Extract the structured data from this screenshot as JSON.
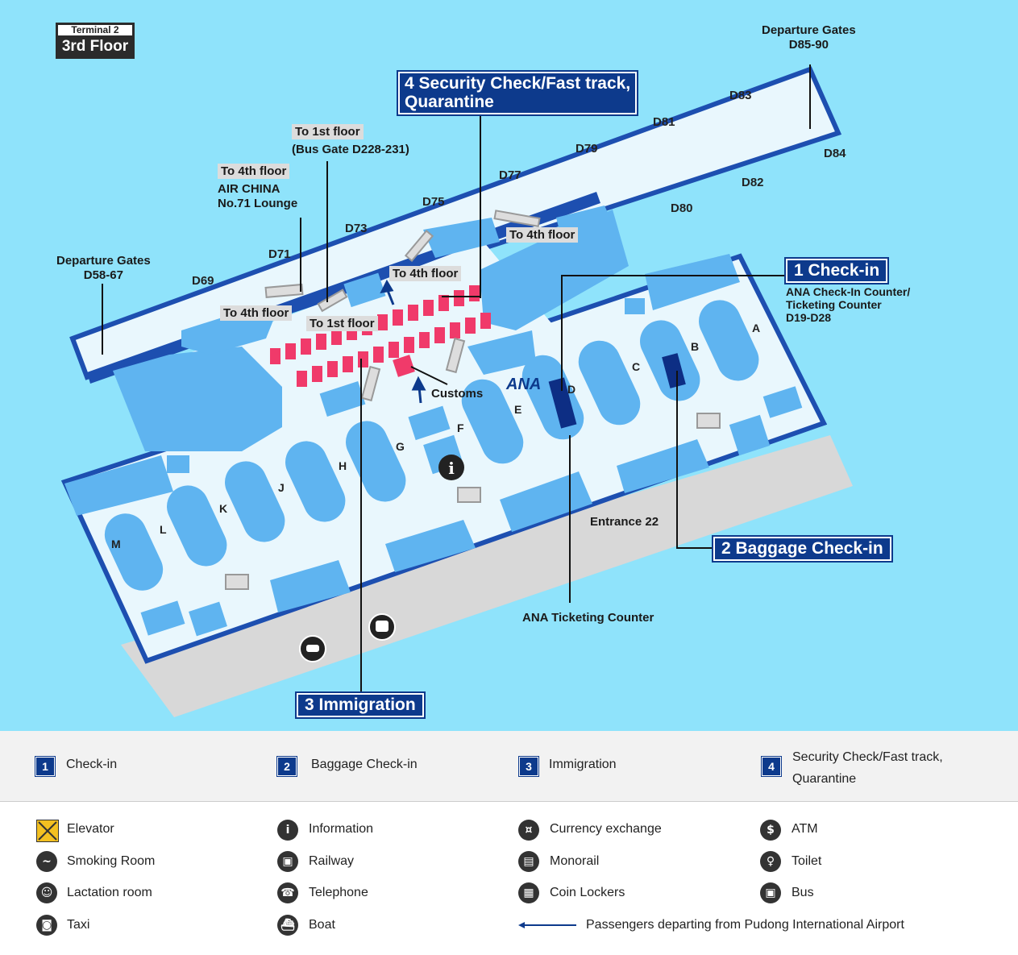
{
  "badge": {
    "terminal": "Terminal 2",
    "floor": "3rd Floor"
  },
  "callouts": {
    "security": "4 Security Check/Fast track,\nQuarantine",
    "checkin": "1 Check-in",
    "baggage": "2 Baggage Check-in",
    "immigration": "3 Immigration"
  },
  "labels": {
    "dep_gates_right": "Departure Gates\nD85-90",
    "dep_gates_left": "Departure Gates\nD58-67",
    "to_1st_floor_bus": "To 1st floor",
    "bus_gate": "(Bus Gate D228-231)",
    "to_4th_floor_ac": "To 4th floor",
    "air_china": "AIR CHINA\nNo.71 Lounge",
    "to_4th_floor_1": "To 4th floor",
    "to_4th_floor_2": "To 4th floor",
    "to_4th_floor_3": "To 4th floor",
    "to_1st_floor": "To 1st floor",
    "customs": "Customs",
    "ana_counter": "ANA Check-In Counter/\nTicketing Counter\nD19-D28",
    "entrance": "Entrance 22",
    "ana_ticketing": "ANA Ticketing Counter",
    "ana_logo": "ANA"
  },
  "gates": [
    "D69",
    "D71",
    "D73",
    "D75",
    "D77",
    "D79",
    "D81",
    "D83",
    "D84",
    "D82",
    "D80"
  ],
  "areas": [
    "A",
    "B",
    "C",
    "D",
    "E",
    "F",
    "G",
    "H",
    "J",
    "K",
    "L",
    "M"
  ],
  "legend_steps": [
    {
      "num": "1",
      "label": "Check-in"
    },
    {
      "num": "2",
      "label": "Baggage Check-in"
    },
    {
      "num": "3",
      "label": "Immigration"
    },
    {
      "num": "4",
      "label": "Security Check/Fast track,\nQuarantine"
    }
  ],
  "legend_icons": [
    {
      "icon": "elevator-icon",
      "label": "Elevator"
    },
    {
      "icon": "information-icon",
      "label": "Information"
    },
    {
      "icon": "currency-exchange-icon",
      "label": "Currency exchange"
    },
    {
      "icon": "atm-icon",
      "label": "ATM"
    },
    {
      "icon": "smoking-room-icon",
      "label": "Smoking Room"
    },
    {
      "icon": "railway-icon",
      "label": "Railway"
    },
    {
      "icon": "monorail-icon",
      "label": "Monorail"
    },
    {
      "icon": "toilet-icon",
      "label": "Toilet"
    },
    {
      "icon": "lactation-room-icon",
      "label": "Lactation room"
    },
    {
      "icon": "telephone-icon",
      "label": "Telephone"
    },
    {
      "icon": "coin-lockers-icon",
      "label": "Coin Lockers"
    },
    {
      "icon": "bus-icon",
      "label": "Bus"
    },
    {
      "icon": "taxi-icon",
      "label": "Taxi"
    },
    {
      "icon": "boat-icon",
      "label": "Boat"
    }
  ],
  "legend_arrow_label": "Passengers departing from Pudong International Airport",
  "colors": {
    "background": "#8fe3fb",
    "floor": "#e9f7fd",
    "block": "#5fb4f0",
    "navy": "#0d3a8c",
    "security_red": "#f03a6a",
    "road": "#d8d8d8"
  }
}
